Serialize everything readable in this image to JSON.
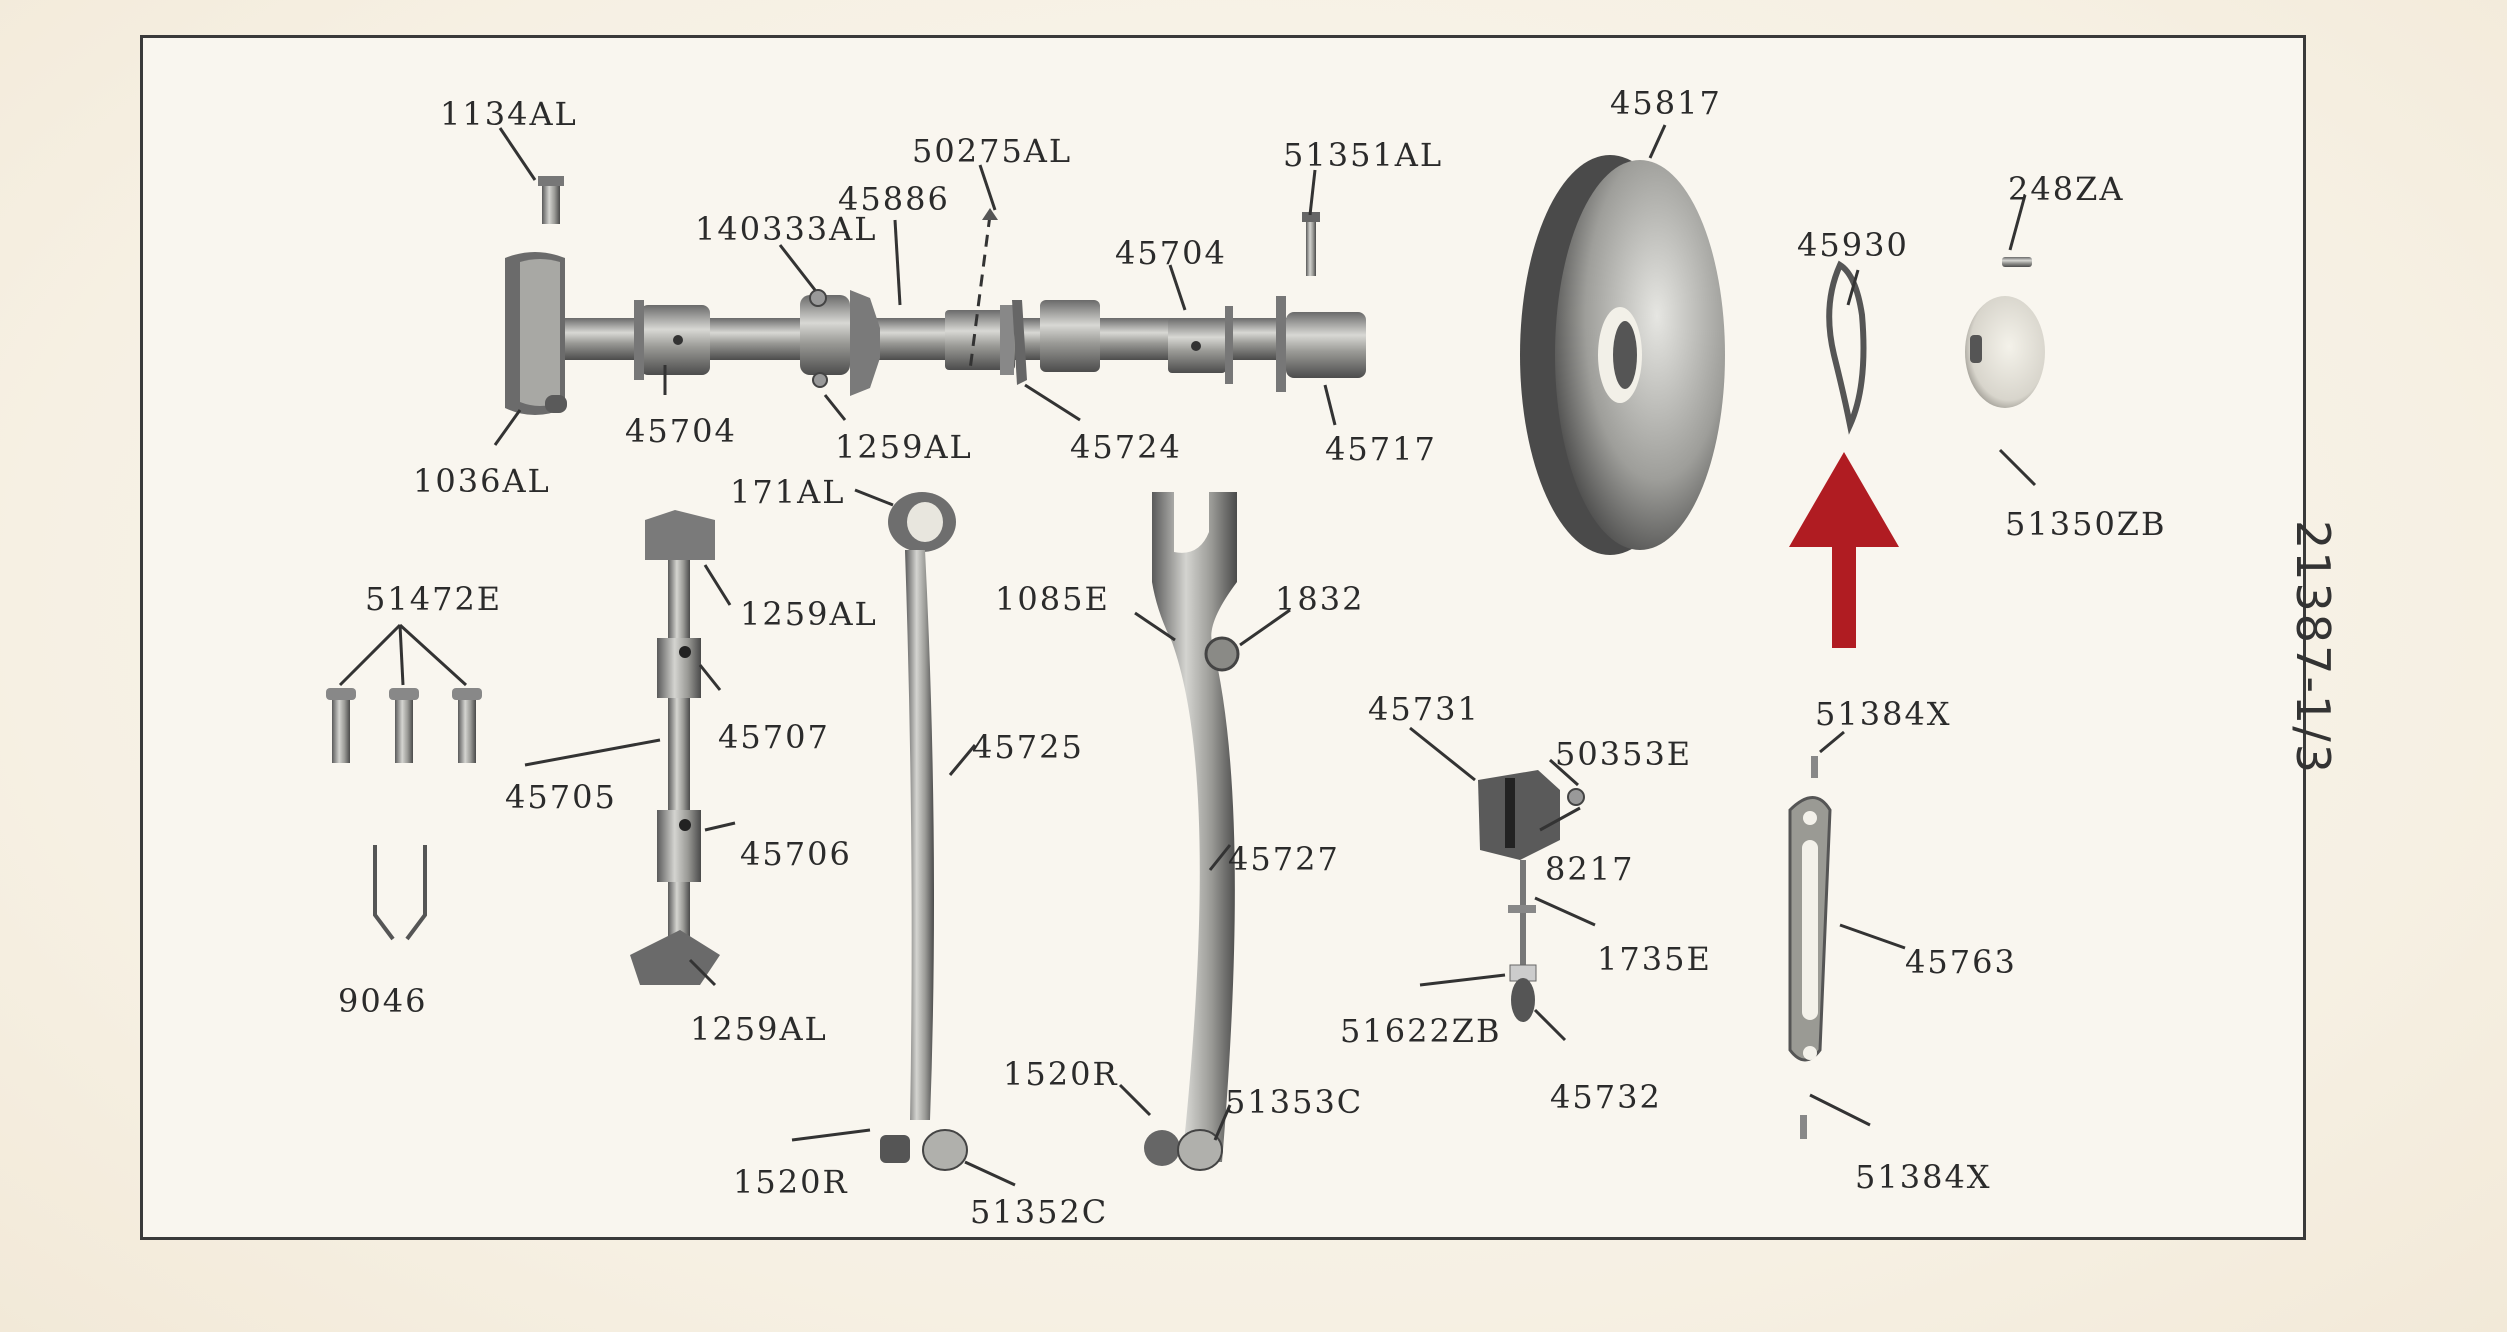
{
  "document": {
    "type": "parts diagram",
    "plate_number": "21387-1/3",
    "highlight": {
      "marker": "red-arrow",
      "color": "#b01c22",
      "points_to": "45930"
    }
  },
  "labels": {
    "l1134AL": "1134AL",
    "l50275AL": "50275AL",
    "l45886": "45886",
    "l140333AL": "140333AL",
    "l45704a": "45704",
    "l51351AL": "51351AL",
    "l45817": "45817",
    "l45930": "45930",
    "l248ZA": "248ZA",
    "l1036AL": "1036AL",
    "l45704b": "45704",
    "l1259ALa": "1259AL",
    "l45724": "45724",
    "l45717": "45717",
    "l51350ZB": "51350ZB",
    "l171AL": "171AL",
    "l1259ALb": "1259AL",
    "l51472E": "51472E",
    "l45707": "45707",
    "l45705": "45705",
    "l45706": "45706",
    "l9046": "9046",
    "l1259ALc": "1259AL",
    "l45725": "45725",
    "l1085E": "1085E",
    "l1832": "1832",
    "l45727": "45727",
    "l1520Ra": "1520R",
    "l51353C": "51353C",
    "l1520Rb": "1520R",
    "l51352C": "51352C",
    "l45731": "45731",
    "l50353E": "50353E",
    "l8217": "8217",
    "l1735E": "1735E",
    "l51622ZB": "51622ZB",
    "l45732": "45732",
    "l51384Xa": "51384X",
    "l45763": "45763",
    "l51384Xb": "51384X"
  }
}
